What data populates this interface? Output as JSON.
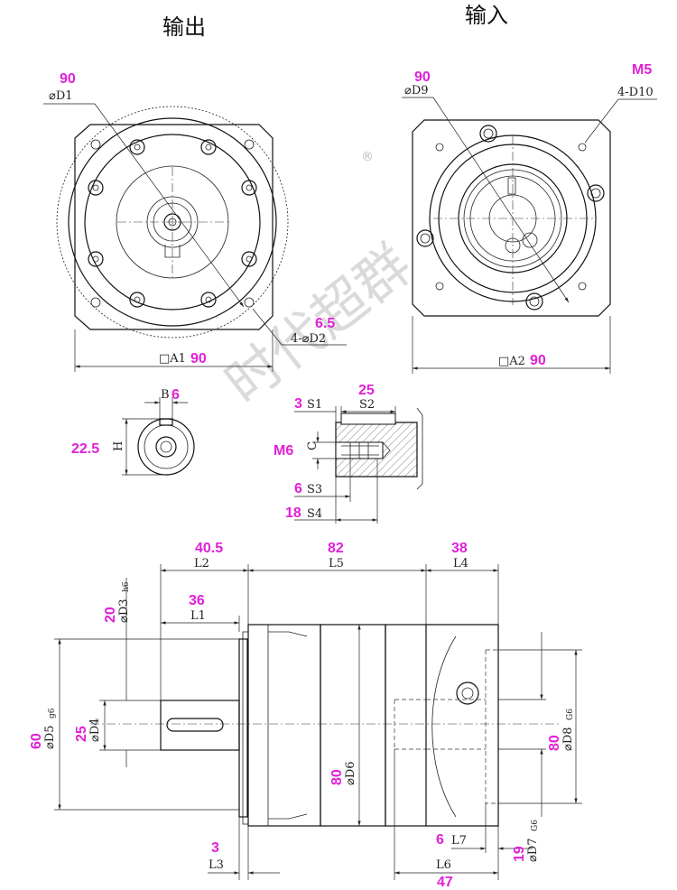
{
  "headings": {
    "output": "输出",
    "input": "输入"
  },
  "watermark": {
    "text": "时代超群",
    "registered": "®"
  },
  "output_view": {
    "D1": {
      "label": "⌀D1",
      "value": "90"
    },
    "D2": {
      "label": "4-⌀D2",
      "value": "6.5"
    },
    "A1": {
      "label": "□A1",
      "value": "90"
    }
  },
  "input_view": {
    "D9": {
      "label": "⌀D9",
      "value": "90"
    },
    "D10": {
      "label": "4-D10",
      "value": "M5"
    },
    "A2": {
      "label": "□A2",
      "value": "90"
    }
  },
  "key_view": {
    "B": {
      "label": "B",
      "value": "6"
    },
    "H": {
      "label": "H",
      "value": "22.5"
    }
  },
  "tap_view": {
    "S1": {
      "label": "S1",
      "value": "3"
    },
    "S2": {
      "label": "S2",
      "value": "25"
    },
    "C": {
      "label": "C",
      "value": "M6"
    },
    "S3": {
      "label": "S3",
      "value": "6"
    },
    "S4": {
      "label": "S4",
      "value": "18"
    }
  },
  "side_view": {
    "L2": {
      "label": "L2",
      "value": "40.5"
    },
    "L5": {
      "label": "L5",
      "value": "82"
    },
    "L4": {
      "label": "L4",
      "value": "38"
    },
    "L1": {
      "label": "L1",
      "value": "36"
    },
    "D3": {
      "label": "⌀D3",
      "sub": "h6",
      "value": "20"
    },
    "D5": {
      "label": "⌀D5",
      "sub": "g6",
      "value": "60"
    },
    "D4": {
      "label": "⌀D4",
      "value": "25"
    },
    "D6": {
      "label": "⌀D6",
      "value": "80"
    },
    "D8": {
      "label": "⌀D8",
      "sub": "G6",
      "value": "80"
    },
    "D7": {
      "label": "⌀D7",
      "sub": "G6",
      "value": "19"
    },
    "L7": {
      "label": "L7",
      "value": "6"
    },
    "L3": {
      "label": "L3",
      "value": "3"
    },
    "L6": {
      "label": "L6",
      "value": "47"
    }
  }
}
